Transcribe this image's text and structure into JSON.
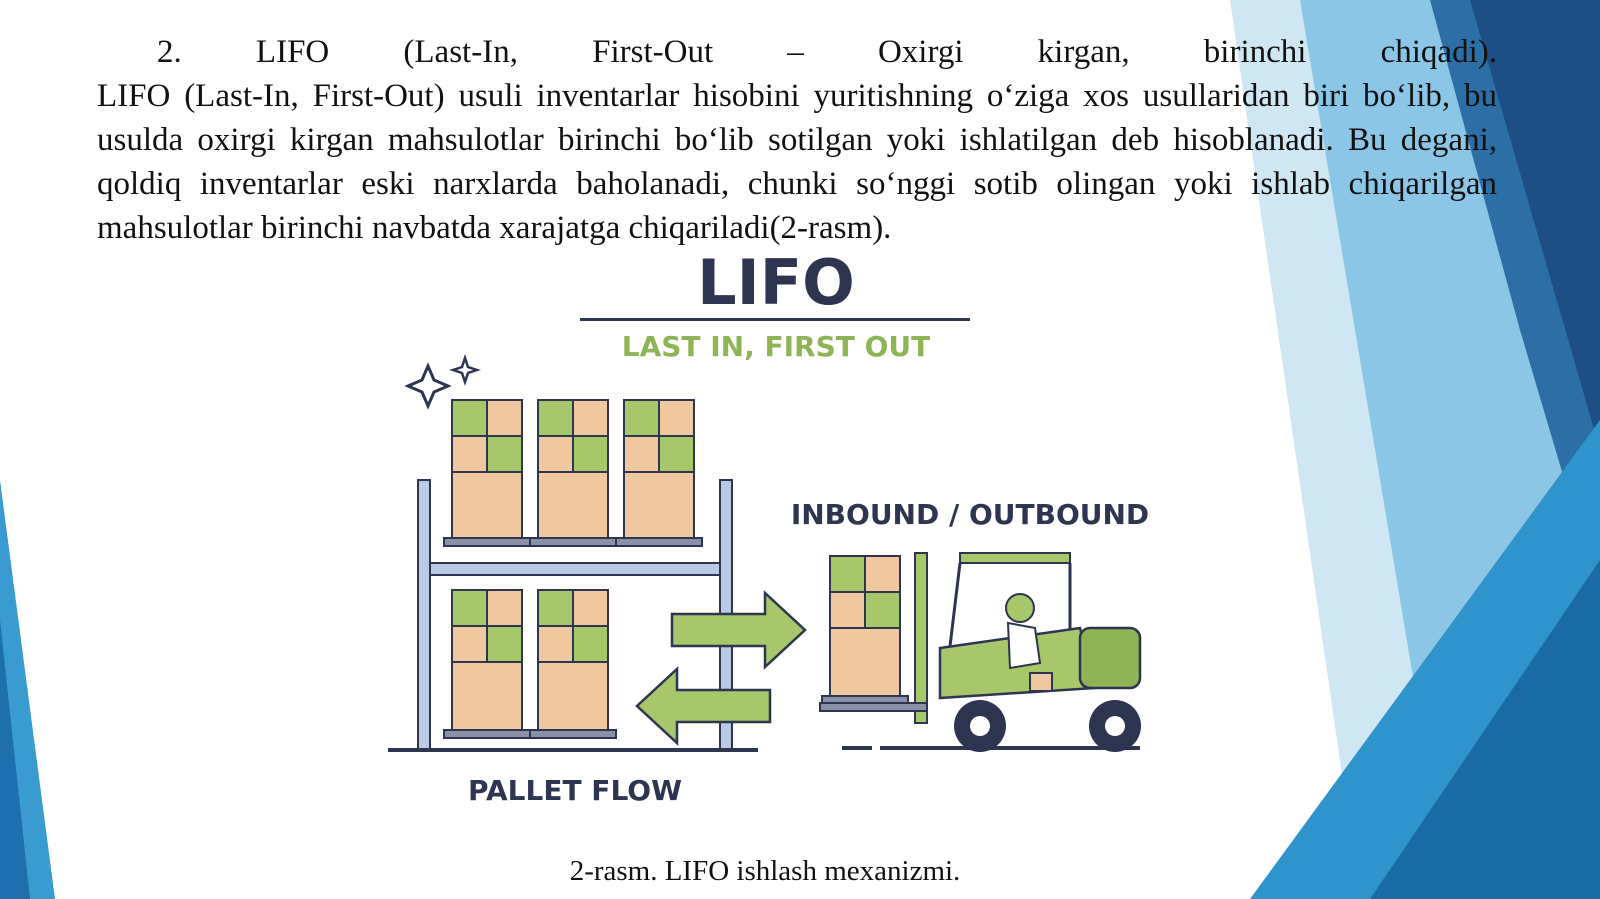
{
  "document": {
    "heading": "2. LIFO (Last-In, First-Out – Oxirgi kirgan, birinchi chiqadi).",
    "body": "LIFO (Last-In, First-Out) usuli inventarlar hisobini yuritishning o‘ziga xos usullaridan biri bo‘lib, bu usulda oxirgi kirgan mahsulotlar birinchi bo‘lib sotilgan yoki ishlatilgan deb hisoblanadi. Bu degani, qoldiq inventarlar eski narxlarda baholanadi, chunki so‘nggi sotib olingan yoki ishlab chiqarilgan mahsulotlar birinchi navbatda xarajatga chiqariladi(2-rasm).",
    "caption": "2-rasm. LIFO ishlash mexanizmi."
  },
  "figure": {
    "title": "LIFO",
    "subtitle": "LAST IN, FIRST OUT",
    "label_right": "INBOUND / OUTBOUND",
    "label_bottom": "PALLET FLOW"
  },
  "colors": {
    "accent_green": "#8fb456",
    "dark_navy": "#2e3550",
    "box_tan": "#f0c8a0",
    "bg_blue": "#3a9bd0"
  }
}
